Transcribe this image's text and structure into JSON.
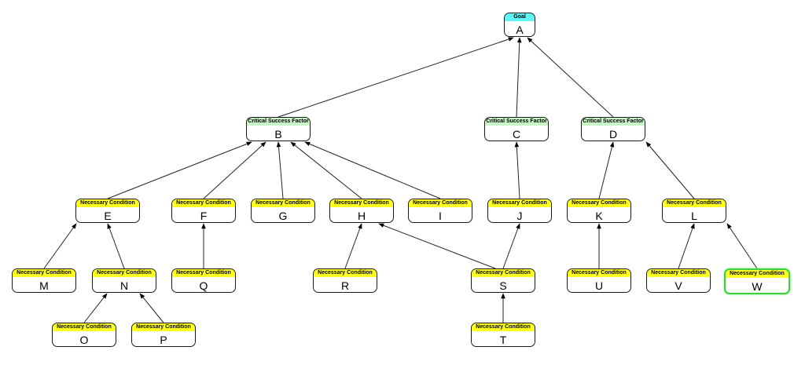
{
  "colors": {
    "goal": "#5ff5f5",
    "csf": "#c8f5c8",
    "nc": "#ffff22",
    "selected": "#3ad13a"
  },
  "types": {
    "goal": "Goal",
    "csf": "Critical Success Factor",
    "nc": "Necessary Condition"
  },
  "nodes": {
    "A": {
      "type": "goal",
      "label": "A"
    },
    "B": {
      "type": "csf",
      "label": "B"
    },
    "C": {
      "type": "csf",
      "label": "C"
    },
    "D": {
      "type": "csf",
      "label": "D"
    },
    "E": {
      "type": "nc",
      "label": "E"
    },
    "F": {
      "type": "nc",
      "label": "F"
    },
    "G": {
      "type": "nc",
      "label": "G"
    },
    "H": {
      "type": "nc",
      "label": "H"
    },
    "I": {
      "type": "nc",
      "label": "I"
    },
    "J": {
      "type": "nc",
      "label": "J"
    },
    "K": {
      "type": "nc",
      "label": "K"
    },
    "L": {
      "type": "nc",
      "label": "L"
    },
    "M": {
      "type": "nc",
      "label": "M"
    },
    "N": {
      "type": "nc",
      "label": "N"
    },
    "Q": {
      "type": "nc",
      "label": "Q"
    },
    "R": {
      "type": "nc",
      "label": "R"
    },
    "S": {
      "type": "nc",
      "label": "S"
    },
    "U": {
      "type": "nc",
      "label": "U"
    },
    "V": {
      "type": "nc",
      "label": "V"
    },
    "W": {
      "type": "nc",
      "label": "W",
      "selected": true
    },
    "O": {
      "type": "nc",
      "label": "O"
    },
    "P": {
      "type": "nc",
      "label": "P"
    },
    "T": {
      "type": "nc",
      "label": "T"
    }
  },
  "edges": [
    [
      "B",
      "A"
    ],
    [
      "C",
      "A"
    ],
    [
      "D",
      "A"
    ],
    [
      "E",
      "B"
    ],
    [
      "F",
      "B"
    ],
    [
      "G",
      "B"
    ],
    [
      "H",
      "B"
    ],
    [
      "I",
      "B"
    ],
    [
      "J",
      "C"
    ],
    [
      "K",
      "D"
    ],
    [
      "L",
      "D"
    ],
    [
      "M",
      "E"
    ],
    [
      "N",
      "E"
    ],
    [
      "Q",
      "F"
    ],
    [
      "R",
      "H"
    ],
    [
      "S",
      "H"
    ],
    [
      "S",
      "J"
    ],
    [
      "U",
      "K"
    ],
    [
      "V",
      "L"
    ],
    [
      "W",
      "L"
    ],
    [
      "O",
      "N"
    ],
    [
      "P",
      "N"
    ],
    [
      "T",
      "S"
    ]
  ]
}
